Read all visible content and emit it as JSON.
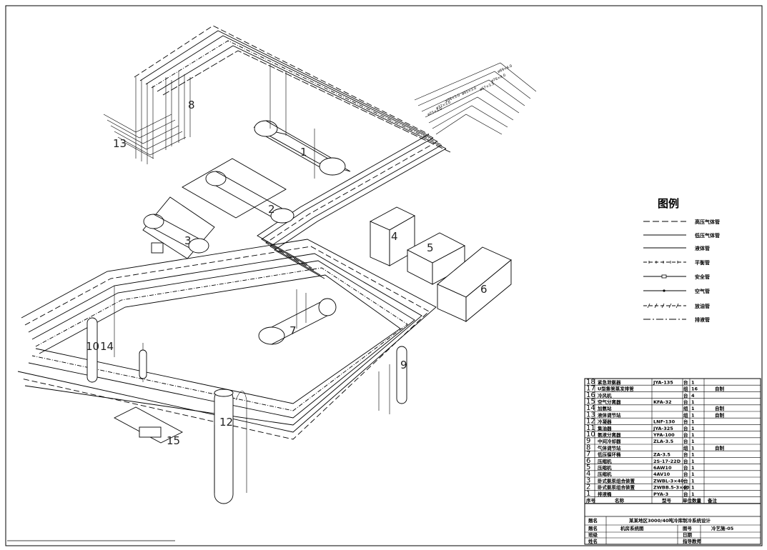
{
  "legend": {
    "title": "图例",
    "items": [
      {
        "label": "高压气体管",
        "style": "dash"
      },
      {
        "label": "低压气体管",
        "style": "solid"
      },
      {
        "label": "液体管",
        "style": "solid"
      },
      {
        "label": "平衡管",
        "style": "tick"
      },
      {
        "label": "安全管",
        "style": "box"
      },
      {
        "label": "空气管",
        "style": "dot"
      },
      {
        "label": "放油管",
        "style": "slash"
      },
      {
        "label": "排液管",
        "style": "dashdot"
      }
    ]
  },
  "equipment_labels": [
    "1",
    "2",
    "3",
    "4",
    "5",
    "6",
    "7",
    "8",
    "9",
    "10",
    "12",
    "13",
    "14",
    "15"
  ],
  "bom": {
    "rows": [
      {
        "no": "18",
        "name": "紧急泄氨器",
        "model": "JYA-135",
        "unit": "台",
        "qty": "1",
        "note": ""
      },
      {
        "no": "17",
        "name": "U型集管蒸发排管",
        "model": "",
        "unit": "组",
        "qty": "16",
        "note": "自制"
      },
      {
        "no": "16",
        "name": "冷风机",
        "model": "",
        "unit": "台",
        "qty": "4",
        "note": ""
      },
      {
        "no": "15",
        "name": "空气分离器",
        "model": "KFA-32",
        "unit": "台",
        "qty": "1",
        "note": ""
      },
      {
        "no": "14",
        "name": "加氨站",
        "model": "",
        "unit": "组",
        "qty": "1",
        "note": "自制"
      },
      {
        "no": "13",
        "name": "液体调节站",
        "model": "",
        "unit": "组",
        "qty": "1",
        "note": "自制"
      },
      {
        "no": "12",
        "name": "冷凝器",
        "model": "LNF-130",
        "unit": "台",
        "qty": "1",
        "note": ""
      },
      {
        "no": "11",
        "name": "集油器",
        "model": "JYA-325",
        "unit": "台",
        "qty": "1",
        "note": ""
      },
      {
        "no": "10",
        "name": "氨液分离器",
        "model": "YFA-100",
        "unit": "台",
        "qty": "1",
        "note": ""
      },
      {
        "no": "9",
        "name": "中间冷却器",
        "model": "ZLA-3.5",
        "unit": "台",
        "qty": "1",
        "note": ""
      },
      {
        "no": "8",
        "name": "气体调节站",
        "model": "",
        "unit": "组",
        "qty": "1",
        "note": "自制"
      },
      {
        "no": "7",
        "name": "低压循环桶",
        "model": "ZA-3.5",
        "unit": "台",
        "qty": "1",
        "note": ""
      },
      {
        "no": "6",
        "name": "压缩机",
        "model": "2S-17-22D",
        "unit": "台",
        "qty": "1",
        "note": ""
      },
      {
        "no": "5",
        "name": "压缩机",
        "model": "6AW10",
        "unit": "台",
        "qty": "1",
        "note": ""
      },
      {
        "no": "4",
        "name": "压缩机",
        "model": "4AV10",
        "unit": "台",
        "qty": "1",
        "note": ""
      },
      {
        "no": "3",
        "name": "卧式氨泵组合装置",
        "model": "ZWBL-3×40",
        "unit": "台",
        "qty": "1",
        "note": ""
      },
      {
        "no": "2",
        "name": "卧式氨泵组合装置",
        "model": "ZWBB.5-3×40",
        "unit": "台",
        "qty": "1",
        "note": ""
      },
      {
        "no": "1",
        "name": "排液桶",
        "model": "PYA-3",
        "unit": "台",
        "qty": "1",
        "note": ""
      }
    ],
    "header": {
      "no": "序号",
      "name": "名称",
      "model": "型号",
      "unit_qty": "单位数量",
      "note": "备注"
    }
  },
  "title_block": {
    "label_project": "题名",
    "project": "某某地区3000/40吨冷库制冷系统设计",
    "label_drawing": "题名",
    "drawing": "机房系统图",
    "label_drawing_no": "图号",
    "drawing_no": "冷艺施-05",
    "label_class": "班级",
    "label_date": "日期",
    "label_name": "姓名",
    "label_teacher": "指导教师"
  },
  "pipe_tags": [
    "ø89×4.0",
    "ø76×4.0",
    "ø57×3.5",
    "ø45×3.0",
    "ø38×3.0",
    "ø32×3.0",
    "ø25×3.0"
  ]
}
